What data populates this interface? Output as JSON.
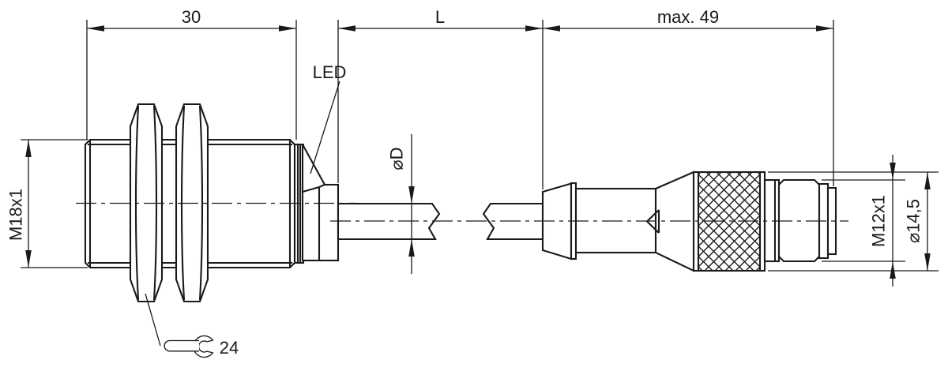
{
  "drawing": {
    "type": "technical-dimension-drawing",
    "subject": "cylindrical sensor with cable and connector",
    "colors": {
      "line": "#1a1a1a",
      "background": "#ffffff"
    },
    "labels": {
      "body_length": "30",
      "cable_length": "L",
      "connector_length": "max. 49",
      "body_thread": "M18x1",
      "cable_diameter": "⌀D",
      "connector_thread": "M12x1",
      "connector_diameter": "⌀14,5",
      "led": "LED",
      "wrench_size": "24"
    }
  }
}
